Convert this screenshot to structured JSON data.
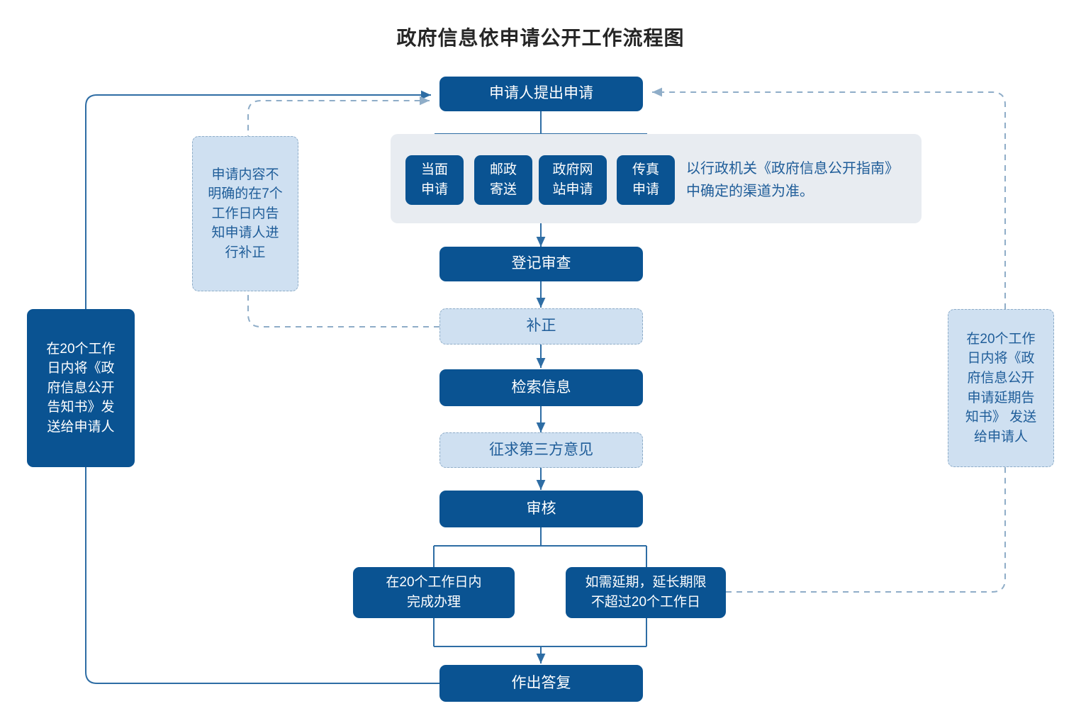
{
  "title": "政府信息依申请公开工作流程图",
  "colors": {
    "dark_blue": "#0a5392",
    "light_blue": "#cfe0f1",
    "panel_gray": "#e8ecf1",
    "line_blue": "#2e6da4",
    "dashed_blue": "#8fadc8",
    "text_blue": "#1f5d99",
    "title_color": "#262626"
  },
  "nodes": {
    "apply": "申请人提出申请",
    "channel_in_person": "当面\n申请",
    "channel_post": "邮政\n寄送",
    "channel_website": "政府网\n站申请",
    "channel_fax": "传真\n申请",
    "channel_note": "以行政机关《政府信息公开指南》\n中确定的渠道为准。",
    "register_review": "登记审查",
    "supplement": "补正",
    "search_info": "检索信息",
    "third_party": "征求第三方意见",
    "audit": "审核",
    "finish_20_days": "在20个工作日内\n完成办理",
    "extension": "如需延期，延长期限\n不超过20个工作日",
    "reply": "作出答复",
    "note_left_supplement": "申请内容不\n明确的在7个\n工作日内告\n知申请人进\n行补正",
    "note_left_notice": "在20个工作\n日内将《政\n府信息公开\n告知书》发\n送给申请人",
    "note_right_extension": "在20个工作\n日内将《政\n府信息公开\n申请延期告\n知书》 发送\n给申请人"
  },
  "flow_edges": [
    {
      "from": "apply",
      "to": "channels",
      "style": "solid-arrow"
    },
    {
      "from": "channels",
      "to": "register_review",
      "style": "solid-arrow"
    },
    {
      "from": "register_review",
      "to": "supplement",
      "style": "solid-arrow"
    },
    {
      "from": "supplement",
      "to": "search_info",
      "style": "solid-arrow"
    },
    {
      "from": "search_info",
      "to": "third_party",
      "style": "solid-arrow"
    },
    {
      "from": "third_party",
      "to": "audit",
      "style": "solid-arrow"
    },
    {
      "from": "audit",
      "to": "finish_20_days",
      "style": "solid"
    },
    {
      "from": "audit",
      "to": "extension",
      "style": "solid"
    },
    {
      "from": "finish_20_days",
      "to": "reply",
      "style": "solid-arrow"
    },
    {
      "from": "extension",
      "to": "reply",
      "style": "solid-arrow"
    },
    {
      "from": "reply",
      "to": "apply",
      "style": "solid-arrow-loop-left"
    },
    {
      "from": "note_left_notice",
      "to": "apply",
      "style": "solid-loop-left"
    },
    {
      "from": "supplement",
      "to": "note_left_supplement",
      "style": "dashed"
    },
    {
      "from": "note_left_supplement",
      "to": "apply",
      "style": "dashed-arrow"
    },
    {
      "from": "extension",
      "to": "note_right_extension",
      "style": "dashed"
    },
    {
      "from": "note_right_extension",
      "to": "apply",
      "style": "dashed-arrow-loop-right"
    }
  ]
}
